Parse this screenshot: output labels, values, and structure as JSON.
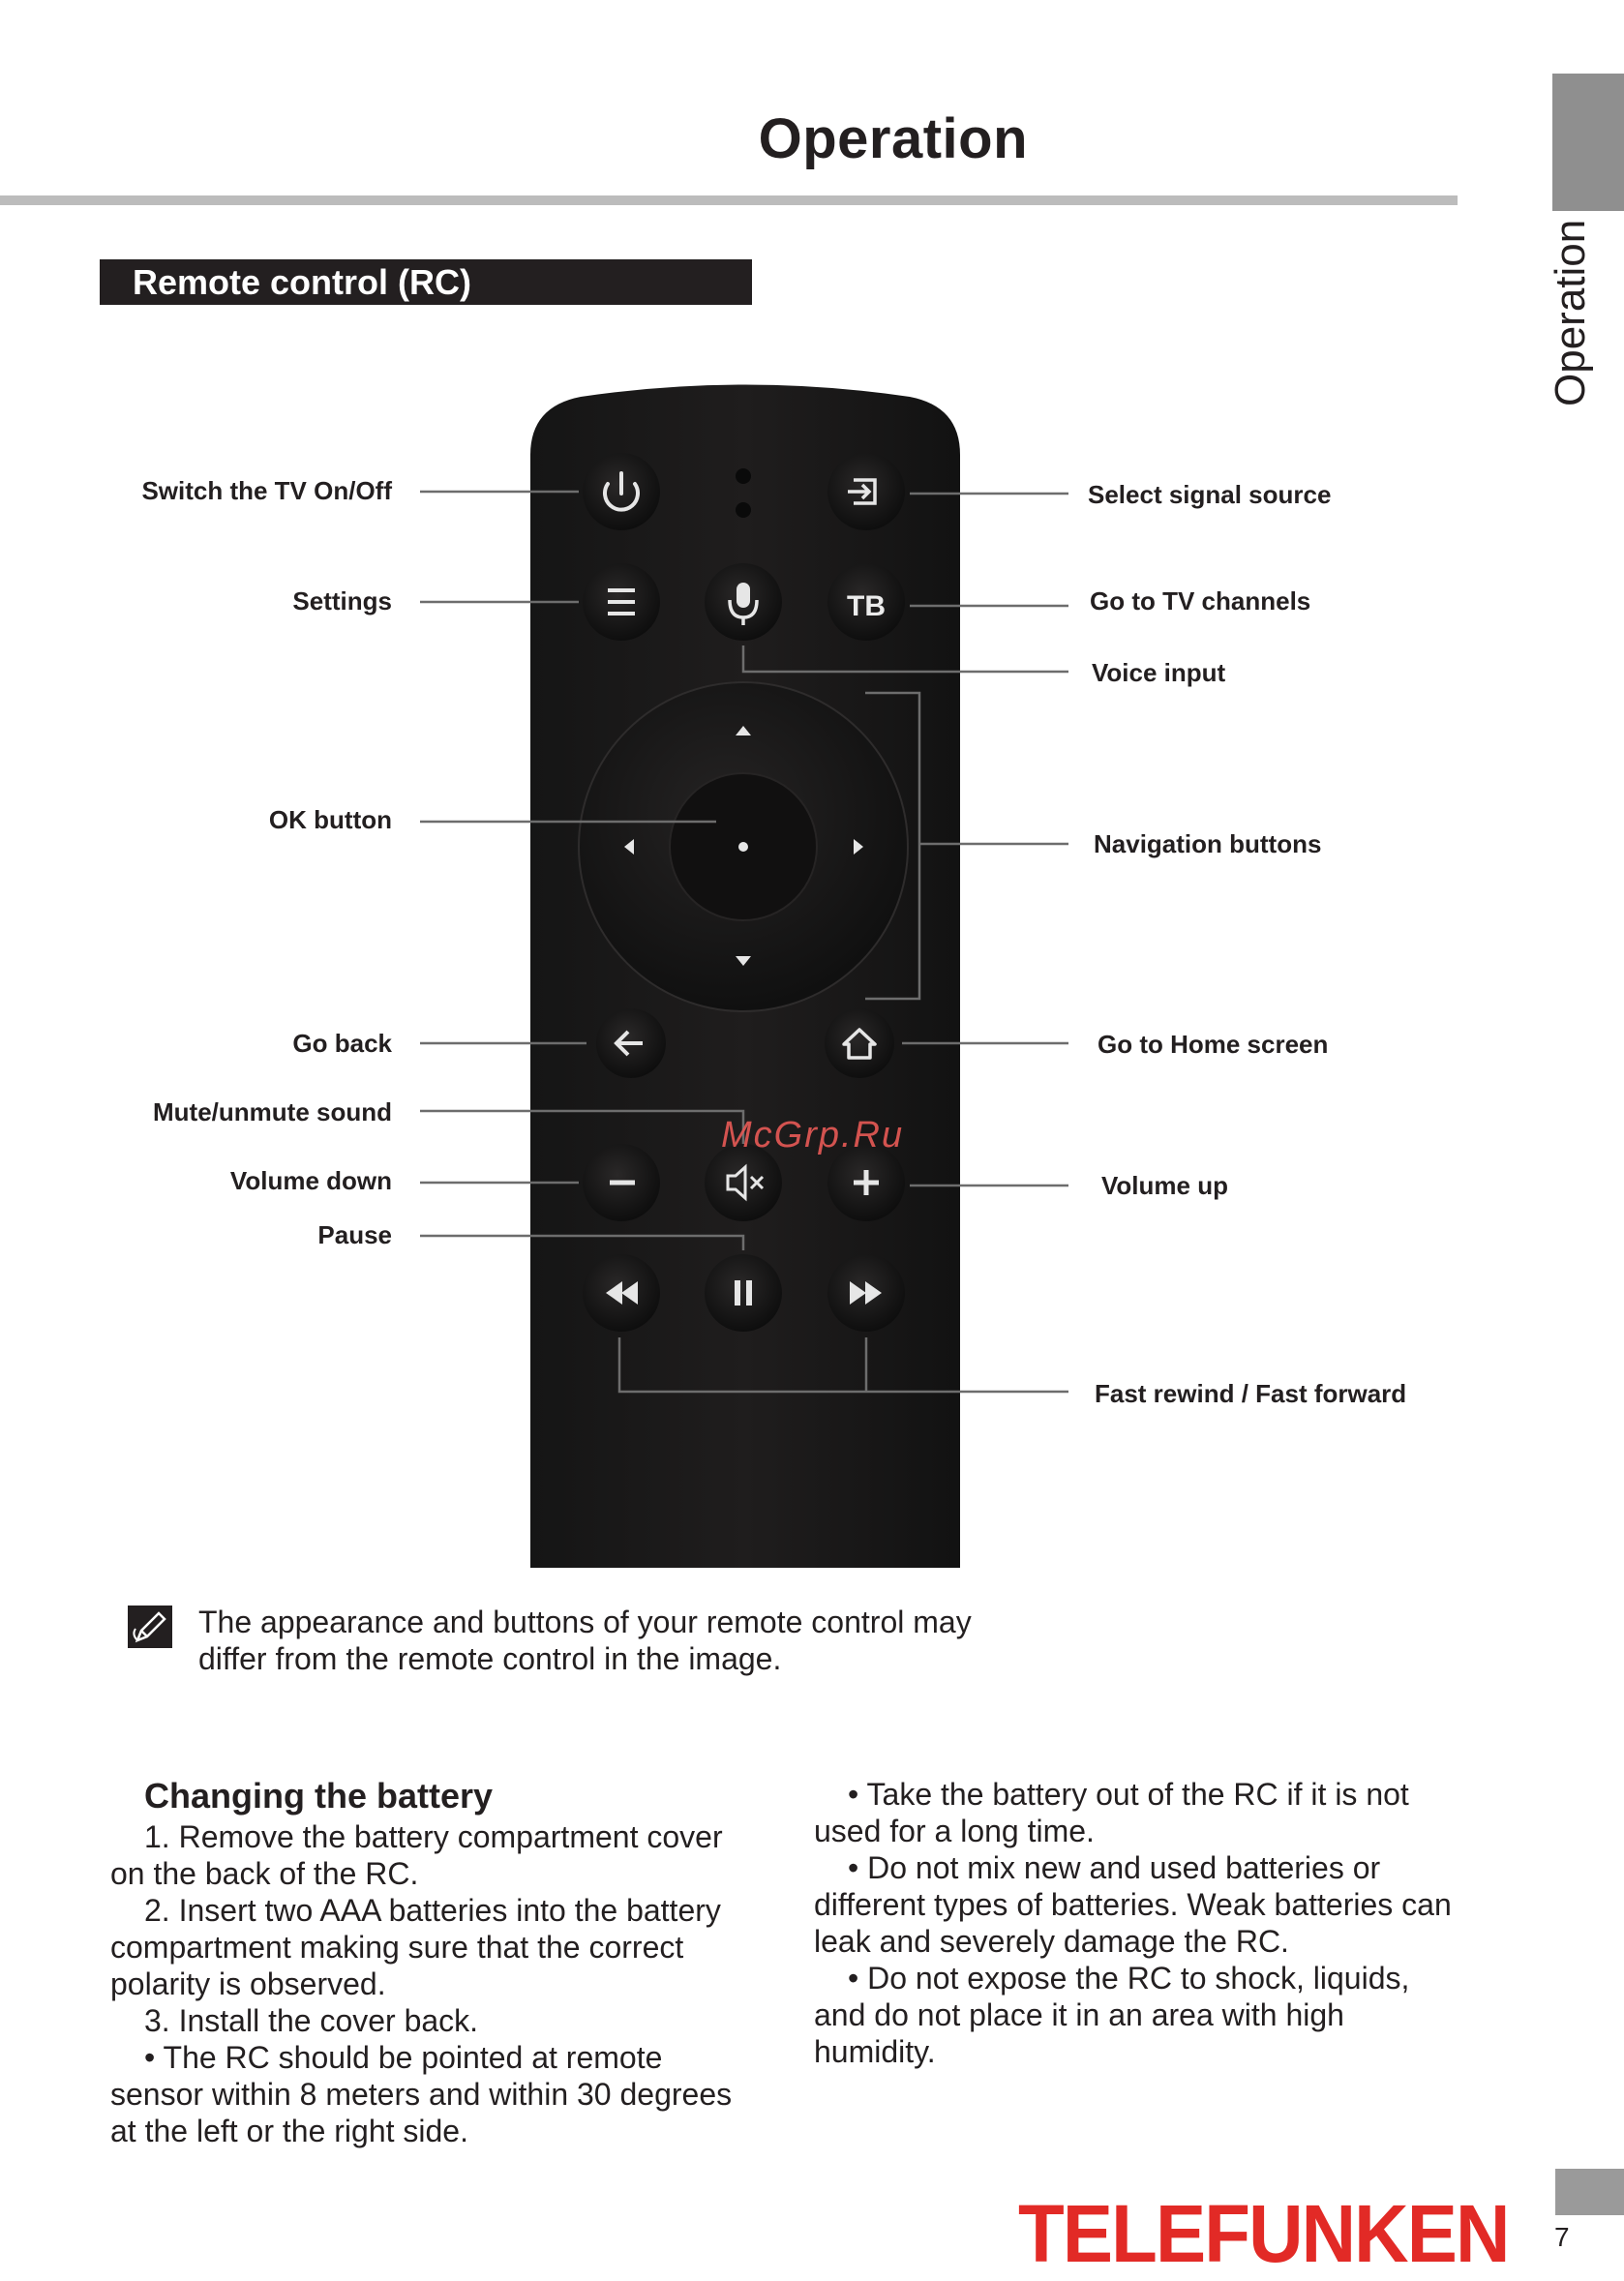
{
  "header": {
    "title": "Operation",
    "side_label": "Operation"
  },
  "section": {
    "title": "Remote control (RC)"
  },
  "remote": {
    "tv_button_label": "TB",
    "labels_left": {
      "power": "Switch the TV On/Off",
      "settings": "Settings",
      "ok": "OK button",
      "back": "Go back",
      "mute": "Mute/unmute sound",
      "vol_down": "Volume down",
      "pause": "Pause"
    },
    "labels_right": {
      "source": "Select signal source",
      "tv_channels": "Go to TV channels",
      "voice": "Voice input",
      "navigation": "Navigation buttons",
      "home": "Go to Home screen",
      "vol_up": "Volume up",
      "rewind_forward": "Fast rewind / Fast forward"
    },
    "watermark": "McGrp.Ru"
  },
  "note": {
    "line1": "The appearance and buttons of your remote control may",
    "line2": "differ from the remote control in the image."
  },
  "battery": {
    "heading": "Changing the battery",
    "col1": [
      "1.  Remove the battery compartment cover",
      "on the back of the RC.",
      "2.  Insert two AAA batteries into the battery",
      "compartment making sure that the correct",
      "polarity is observed.",
      "3.  Install the cover back.",
      "•  The RC should be pointed at remote",
      "sensor within 8 meters and within 30 degrees",
      "at the left or the right side."
    ],
    "col2": [
      "•  Take the battery out of the RC if it is not",
      "used for a long time.",
      "•  Do not mix new and used batteries or",
      "different types of batteries. Weak batteries can",
      "leak and severely damage the RC.",
      "•  Do not expose the RC to shock, liquids,",
      "and do not place it in an area with high",
      "humidity."
    ]
  },
  "footer": {
    "brand": "TELEFUNKEN",
    "page_number": "7"
  }
}
